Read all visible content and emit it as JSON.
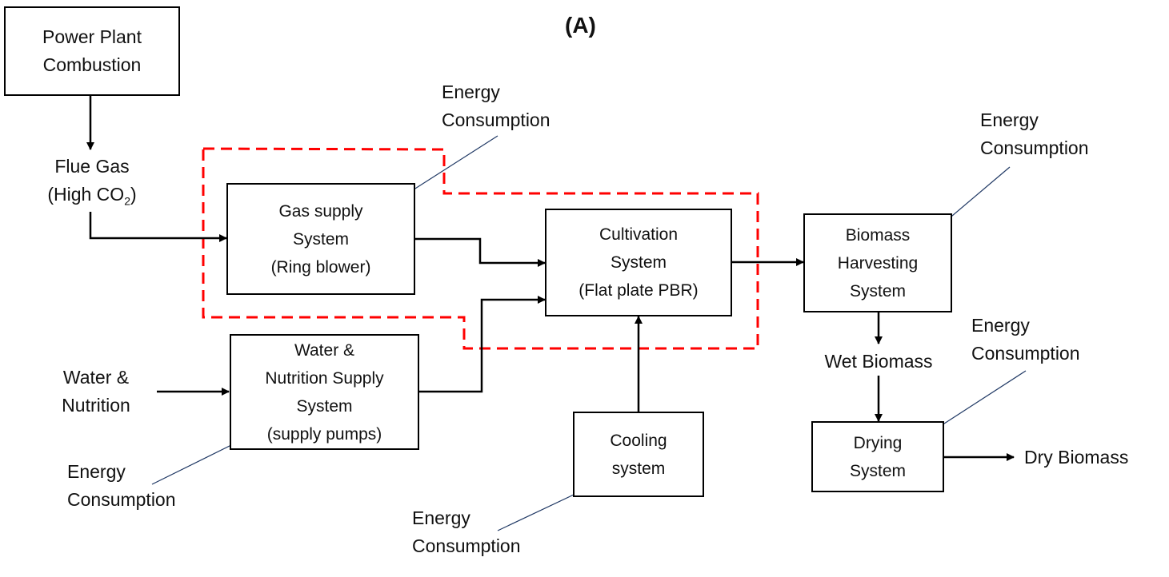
{
  "title": "(A)",
  "boxes": {
    "power_plant": [
      "Power Plant",
      "Combustion"
    ],
    "gas_supply": [
      "Gas supply",
      "System",
      "(Ring blower)"
    ],
    "cultivation": [
      "Cultivation",
      "System",
      "(Flat plate PBR)"
    ],
    "harvesting": [
      "Biomass",
      "Harvesting",
      "System"
    ],
    "water_supply": [
      "Water &",
      "Nutrition Supply",
      "System",
      "(supply pumps)"
    ],
    "cooling": [
      "Cooling",
      "system"
    ],
    "drying": [
      "Drying",
      "System"
    ]
  },
  "labels": {
    "flue_gas": [
      "Flue Gas",
      "(High CO",
      "2",
      ")"
    ],
    "water_nutrition": [
      "Water &",
      "Nutrition"
    ],
    "wet_biomass": "Wet Biomass",
    "dry_biomass": "Dry Biomass",
    "energy": [
      "Energy",
      "Consumption"
    ]
  },
  "colors": {
    "boundary": "#ff0000",
    "energy_arrow": "#1f3864",
    "flow": "#000000"
  }
}
